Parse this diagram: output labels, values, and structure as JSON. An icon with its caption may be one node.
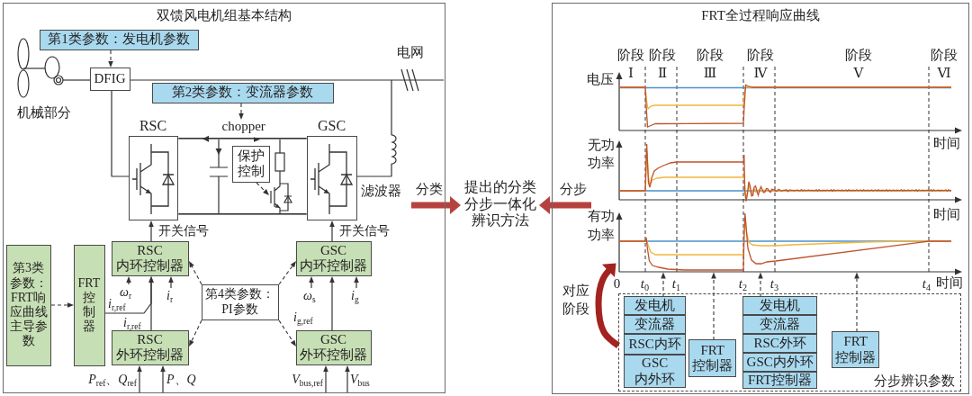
{
  "diagram": {
    "nodes": [
      {
        "text": [
          "双馈风电机组基本结构"
        ]
      },
      {
        "text": [
          "第1类参数：发电机参数"
        ],
        "in": 0
      },
      {
        "text": [],
        "shape": "picture",
        "in": 0,
        "beside": [
          "机械部分"
        ]
      },
      {
        "text": [
          "DFIG"
        ],
        "in": 0
      },
      {
        "text": [
          "第2类参数：变流器参数"
        ],
        "in": 0
      },
      {
        "text": [
          "chopper"
        ],
        "in": 0
      },
      {
        "text": [
          "RSC"
        ],
        "in": 0
      },
      {
        "text": [],
        "shape": "bar",
        "in": 0
      },
      {
        "text": [],
        "shape": "picture",
        "in": 0
      },
      {
        "text": [
          "保护控制"
        ],
        "in": 0
      },
      {
        "text": [],
        "shape": "picture",
        "in": 0
      },
      {
        "text": [],
        "shape": "bar",
        "in": 0
      },
      {
        "text": [
          "GSC"
        ],
        "in": 0
      },
      {
        "text": [
          "第3类参数：FRT响应曲线主导参数"
        ],
        "in": 0
      },
      {
        "text": [
          "FRT 控制器"
        ],
        "in": 0
      },
      {
        "text": [
          "RSC 内环控制器"
        ],
        "in": 0
      },
      {
        "text": [
          "第4类参数：PI参数"
        ],
        "in": 0
      },
      {
        "text": [
          "GSC 内环控制器"
        ],
        "in": 0
      },
      {
        "text": [
          "RSC 外环控制器"
        ],
        "in": 0
      },
      {
        "text": [
          "GSC 外环控制器"
        ],
        "in": 0
      },
      {
        "text": [
          "提出的分类分步一体化辨识方法"
        ]
      },
      {
        "text": [
          "FRT全过程响应曲线"
        ]
      },
      {
        "text": [],
        "shape": "picture",
        "in": 21,
        "beside": [
          "电压",
          "时间"
        ]
      },
      {
        "text": [],
        "shape": "picture",
        "in": 21,
        "beside": [
          "无功功率",
          "时间"
        ]
      },
      {
        "text": [],
        "shape": "picture",
        "in": 21,
        "beside": [
          "有功功率",
          "0",
          "*t*$_{0}$",
          "*t*$_{1}$",
          "*t*$_{2}$",
          "*t*$_{3}$",
          "*t*$_{4}$",
          "时间"
        ]
      },
      {
        "text": [
          "分步辨识参数"
        ],
        "in": 21
      },
      {
        "text": [
          "发电机"
        ],
        "in": 25
      },
      {
        "text": [
          "变流器"
        ],
        "in": 25
      },
      {
        "text": [
          "RSC内环"
        ],
        "in": 25
      },
      {
        "text": [
          "GSC 内外环"
        ],
        "in": 25
      },
      {
        "text": [
          "FRT 控制器"
        ],
        "in": 25
      },
      {
        "text": [
          "发电机"
        ],
        "in": 25
      },
      {
        "text": [
          "变流器"
        ],
        "in": 25
      },
      {
        "text": [
          "RSC外环"
        ],
        "in": 25
      },
      {
        "text": [
          "GSC内外环"
        ],
        "in": 25
      },
      {
        "text": [
          "FRT控制器"
        ],
        "in": 25
      },
      {
        "text": [
          "FRT 控制器"
        ],
        "in": 25
      }
    ],
    "edges": [
      {
        "from": 1,
        "to": 3,
        "arrow": "to",
        "style": "dashed"
      },
      {
        "from": 2,
        "to": 3,
        "arrow": "none"
      },
      {
        "from": 3,
        "to": null,
        "arrow": "none"
      },
      {
        "from": 4,
        "to": 5,
        "arrow": "to",
        "style": "dashed"
      },
      {
        "from": 3,
        "to": 6,
        "arrow": "none"
      },
      {
        "from": null,
        "to": 12,
        "arrow": "none"
      },
      {
        "from": 7,
        "to": 9,
        "arrow": "to"
      },
      {
        "from": 9,
        "to": 10,
        "arrow": "to",
        "style": "dashed"
      },
      {
        "from": 15,
        "to": 6,
        "arrow": "to",
        "label": "开关信号"
      },
      {
        "from": 17,
        "to": 12,
        "arrow": "to",
        "label": "开关信号"
      },
      {
        "from": 13,
        "to": 14,
        "arrow": "to",
        "style": "dashed"
      },
      {
        "from": 14,
        "to": 15,
        "arrow": "to",
        "label": "*i*$_{r,ref}$"
      },
      {
        "from": null,
        "to": 15,
        "arrow": "to",
        "label": "*ω*$_{r}$"
      },
      {
        "from": null,
        "to": 15,
        "arrow": "to",
        "label": "*i*$_{r}$"
      },
      {
        "from": 18,
        "to": 15,
        "arrow": "to",
        "label": "*i*$_{r,ref}$"
      },
      {
        "from": 16,
        "to": 15,
        "arrow": "to",
        "style": "dashed"
      },
      {
        "from": 16,
        "to": 18,
        "arrow": "to",
        "style": "dashed"
      },
      {
        "from": 16,
        "to": 17,
        "arrow": "to",
        "style": "dashed"
      },
      {
        "from": 16,
        "to": 19,
        "arrow": "to",
        "style": "dashed"
      },
      {
        "from": null,
        "to": 17,
        "arrow": "to",
        "label": "*ω*$_{s}$"
      },
      {
        "from": null,
        "to": 17,
        "arrow": "to",
        "label": "*i*$_{g}$"
      },
      {
        "from": 19,
        "to": 17,
        "arrow": "to",
        "label": "*i*$_{g,ref}$"
      },
      {
        "from": null,
        "to": 18,
        "arrow": "to",
        "label": "*P*$_{ref}$、*Q*$_{ref}$"
      },
      {
        "from": null,
        "to": 18,
        "arrow": "to",
        "label": "*P*、*Q*"
      },
      {
        "from": null,
        "to": 19,
        "arrow": "to",
        "label": "*V*$_{bus,ref}$"
      },
      {
        "from": null,
        "to": 19,
        "arrow": "to",
        "label": "*V*$_{bus}$"
      },
      {
        "from": 0,
        "to": 20,
        "arrow": "to",
        "label": "分类",
        "style": "thick",
        "color": "#b5423e"
      },
      {
        "from": 21,
        "to": 20,
        "arrow": "to",
        "label": "分步",
        "style": "thick",
        "color": "#b5423e"
      },
      {
        "from": 26,
        "to": 24,
        "arrow": "to",
        "style": "dashed"
      },
      {
        "from": 30,
        "to": 24,
        "arrow": "to",
        "style": "dashed"
      },
      {
        "from": 31,
        "to": 24,
        "arrow": "to",
        "style": "dashed"
      },
      {
        "from": 36,
        "to": 24,
        "arrow": "to",
        "style": "dashed"
      },
      {
        "from": 25,
        "to": 24,
        "arrow": "to",
        "label": "对应阶段",
        "style": "thick",
        "color": "#a3231f"
      }
    ],
    "labels": [
      "电网",
      "滤波器",
      "阶段 Ⅰ",
      "阶段 Ⅱ",
      "阶段 Ⅲ",
      "阶段 Ⅳ",
      "阶段 Ⅴ",
      "阶段 Ⅵ"
    ]
  }
}
